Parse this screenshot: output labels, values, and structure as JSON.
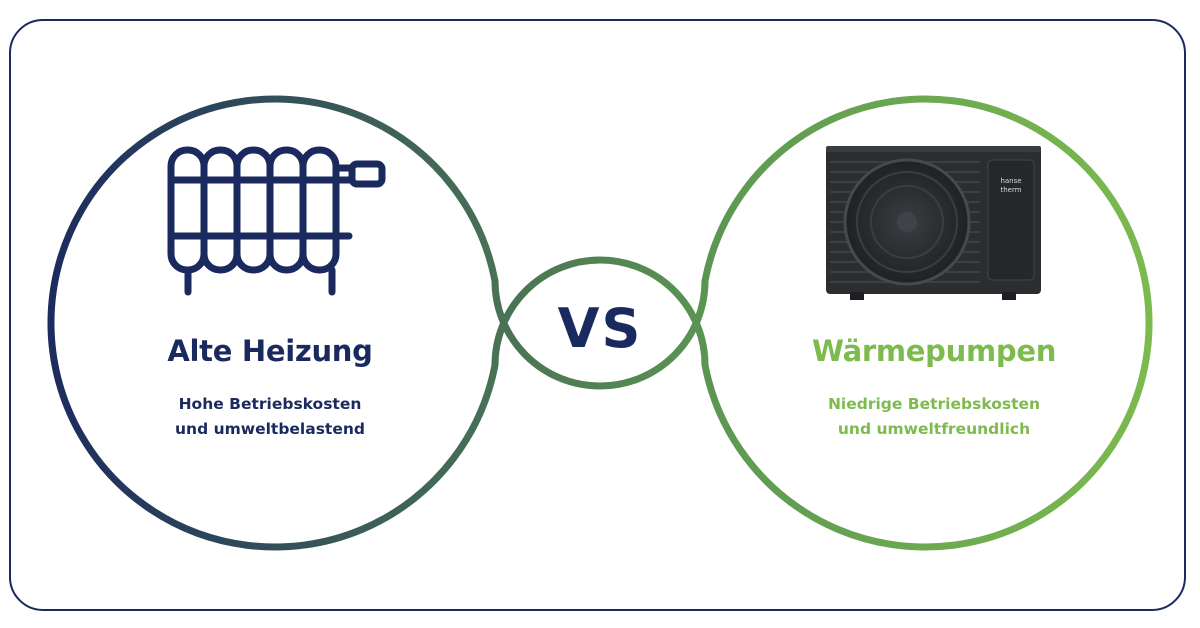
{
  "colors": {
    "navy": "#1b2a5e",
    "green": "#7dbb4f",
    "mid_green": "#4e7d55",
    "unit_dark": "#2b2d30"
  },
  "left": {
    "icon": "radiator-icon",
    "title": "Alte Heizung",
    "subtitle_line1": "Hohe Betriebskosten",
    "subtitle_line2": "und umweltbelastend"
  },
  "center": {
    "label": "VS"
  },
  "right": {
    "image": "heat-pump-unit",
    "brand_line1": "hanse",
    "brand_line2": "therm",
    "title": "Wärmepumpen",
    "subtitle_line1": "Niedrige Betriebskosten",
    "subtitle_line2": "und umweltfreundlich"
  }
}
